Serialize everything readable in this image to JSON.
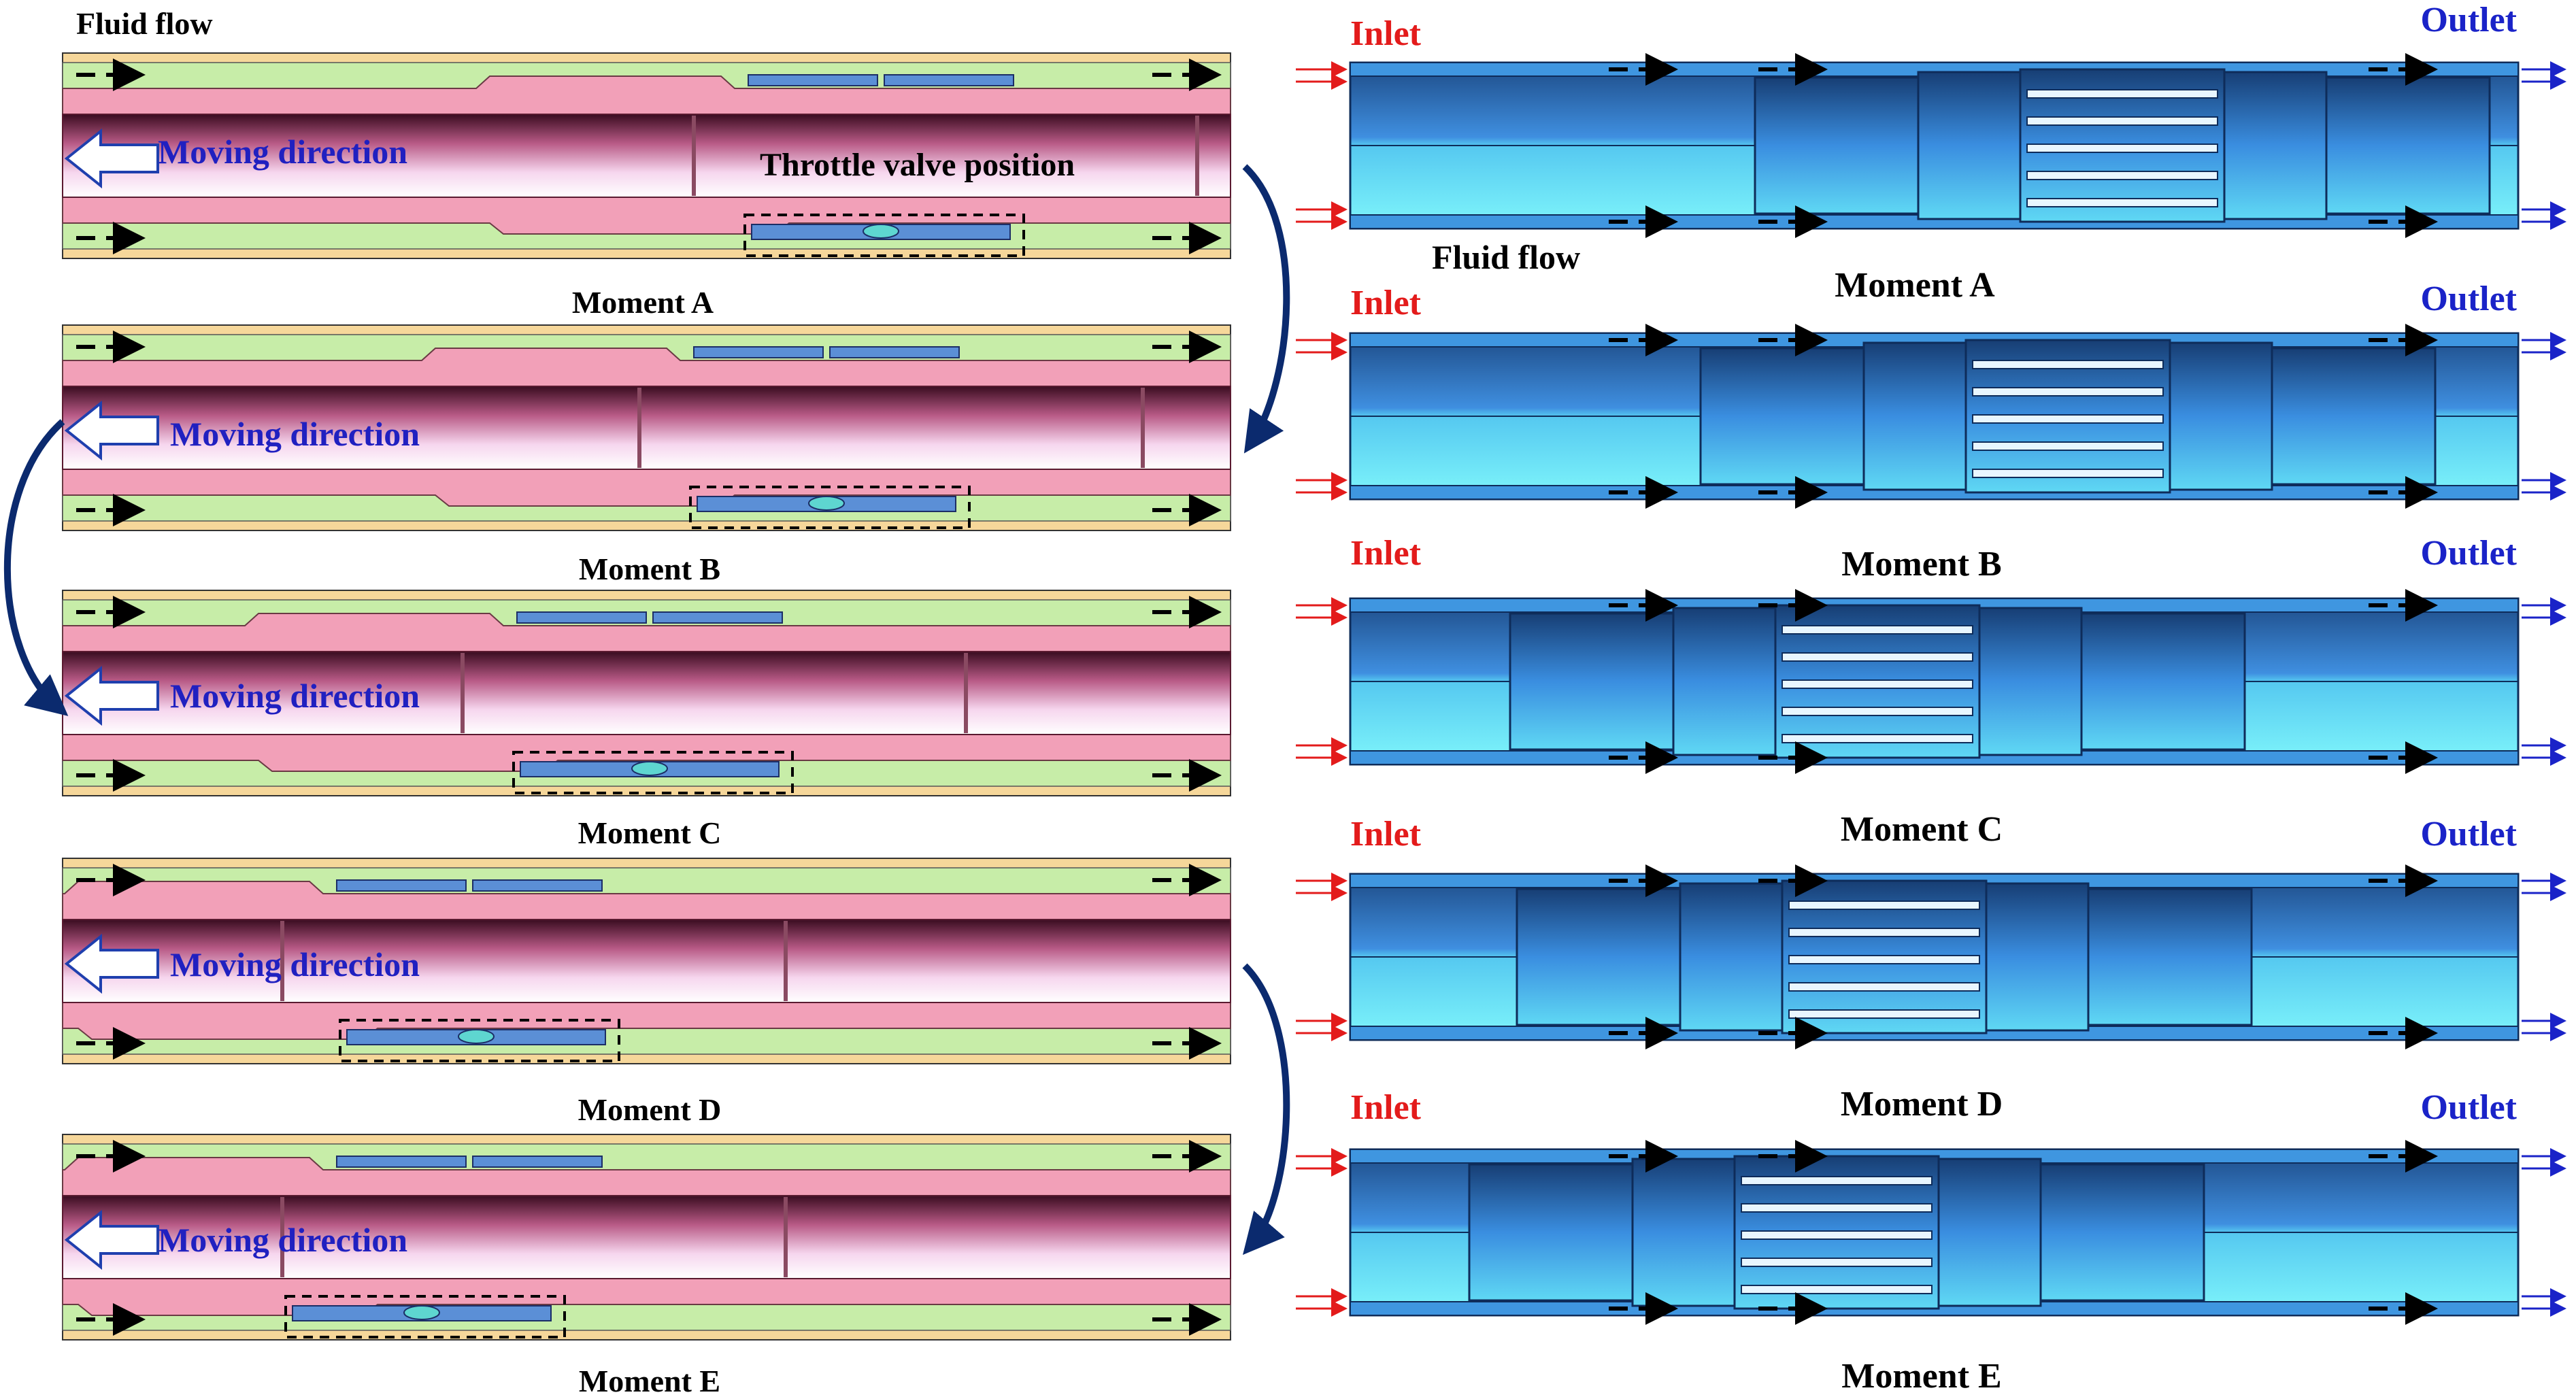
{
  "colors": {
    "casing": "#f6d79a",
    "annulus": "#c7eda8",
    "tool_body": "#f2a0b8",
    "bore_dark": "#4a1428",
    "bore_light": "#fdf0fa",
    "valve_blue": "#5b8fd6",
    "model_blue": "#3f96e0",
    "model_cyan": "#6ff2f8",
    "model_dark": "#1f4f8a",
    "inlet_red": "#e31b1b",
    "outlet_blue": "#1a23c8",
    "moving_text": "#2020c0"
  },
  "icons": {
    "flow_arrow": "dashed-arrow-icon",
    "moving_arrow": "hollow-left-arrow-icon",
    "transition": "curved-arrow-icon"
  },
  "left": {
    "fluid_flow": "Fluid flow",
    "moving_direction": "Moving direction",
    "throttle_valve_position": "Throttle valve position",
    "moments": [
      "Moment A",
      "Moment B",
      "Moment C",
      "Moment D",
      "Moment E"
    ]
  },
  "right": {
    "inlet": "Inlet",
    "outlet": "Outlet",
    "fluid_flow": "Fluid flow",
    "moments": [
      "Moment A",
      "Moment B",
      "Moment C",
      "Moment D",
      "Moment E"
    ]
  }
}
